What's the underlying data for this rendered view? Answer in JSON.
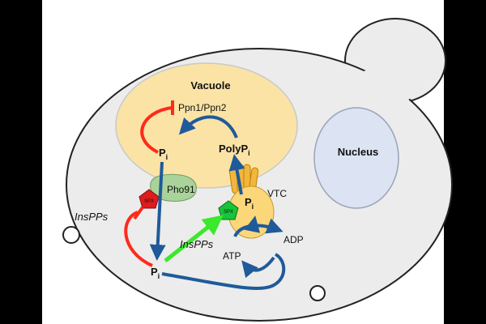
{
  "labels": {
    "vacuole": "Vacuole",
    "nucleus": "Nucleus",
    "ppn": "Ppn1/Ppn2",
    "pi": "P",
    "pi_sub": "i",
    "polyp": "PolyP",
    "polyp_sub": "i",
    "pho91": "Pho91",
    "vtc": "VTC",
    "spx": "SPX",
    "insp_left": "InsPPs",
    "insp_center": "InsPPs",
    "atp": "ATP",
    "adp": "ADP"
  },
  "colors": {
    "background": "#000000",
    "canvas": "#ffffff",
    "cell": "#ececec",
    "cell_outline": "#222222",
    "vacuole": "#fbe3a6",
    "nucleus": "#dce3f2",
    "pho91": "#a9d39a",
    "vtc_channel": "#f2b63b",
    "vtc_body": "#fbd77a",
    "spx_red": "#e01b1b",
    "spx_green": "#17c43a",
    "arrow_blue": "#1f5a9a",
    "inhibit_red": "#ff2a1a",
    "activate_green": "#3be82b"
  }
}
